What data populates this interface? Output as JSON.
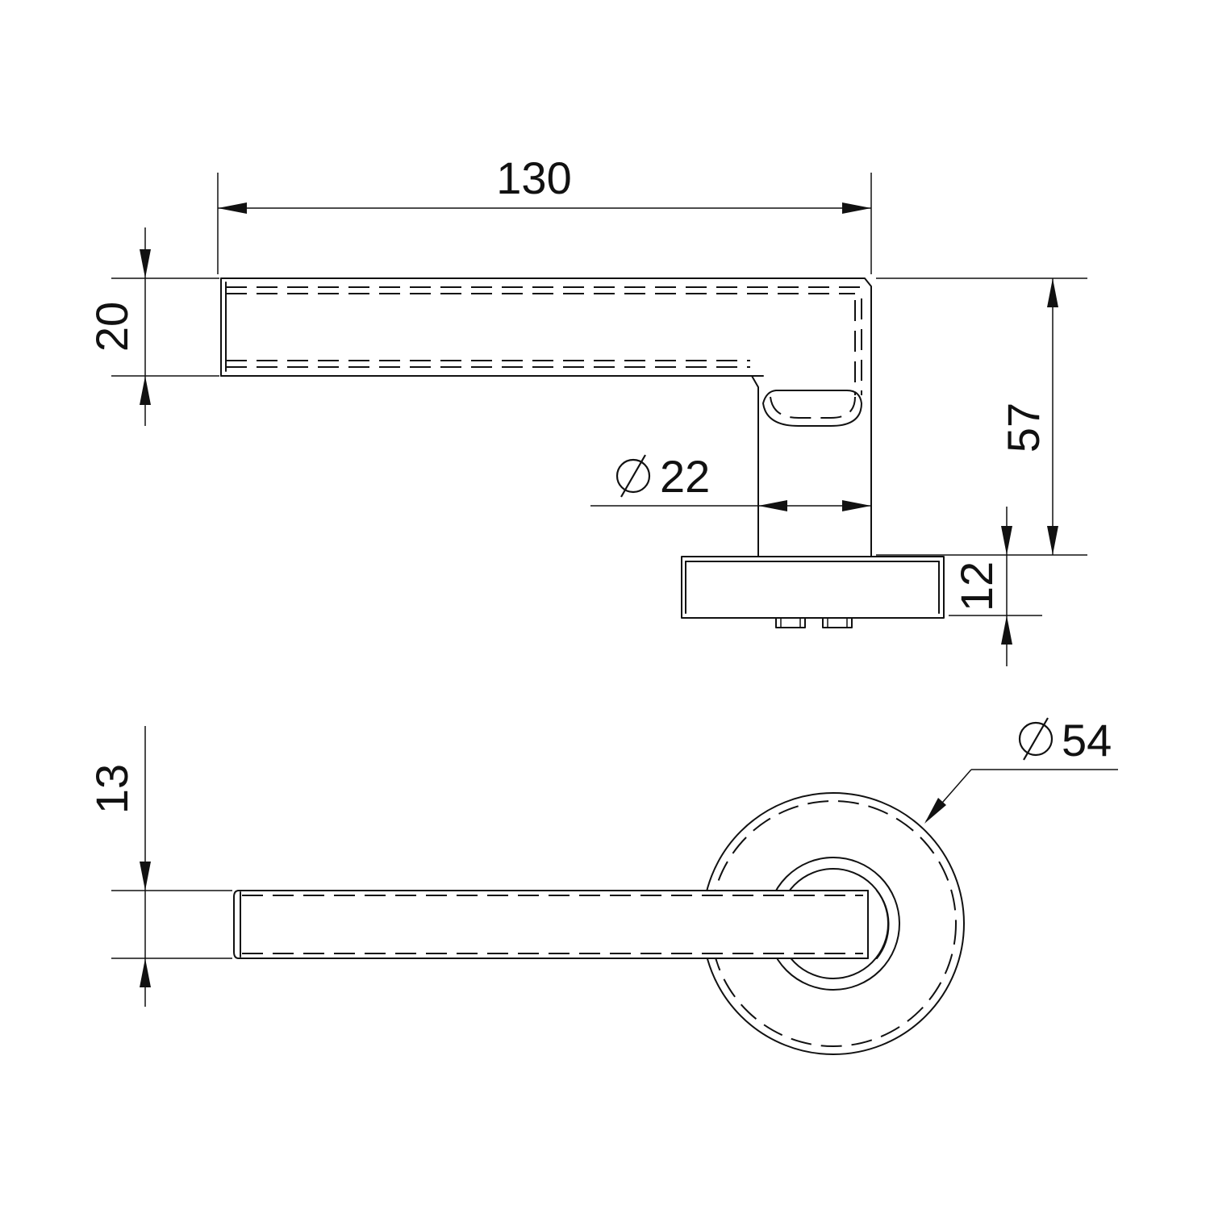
{
  "drawing": {
    "side_view": {
      "dimensions": {
        "lever_length": "130",
        "lever_height": "20",
        "neck_diameter": "22",
        "total_projection": "57",
        "rose_thickness": "12"
      }
    },
    "top_view": {
      "dimensions": {
        "lever_width": "13",
        "rose_diameter": "54"
      }
    }
  }
}
